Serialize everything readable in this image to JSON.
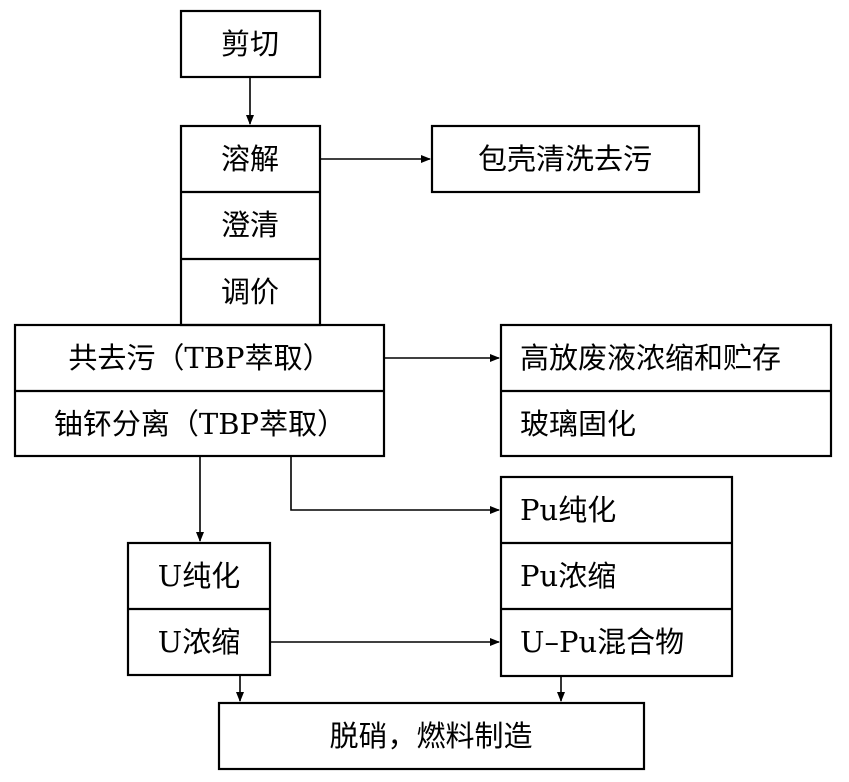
{
  "nodes": {
    "cut": "剪切",
    "dissolve": "溶解",
    "clarify": "澄清",
    "adjust": "调价",
    "hull_wash": "包壳清洗去污",
    "co_decon": "共去污（TBP萃取）",
    "u_pu_sep": "铀钚分离（TBP萃取）",
    "hlw_conc": "高放废液浓缩和贮存",
    "vitrify": "玻璃固化",
    "pu_purify": "Pu纯化",
    "pu_conc": "Pu浓缩",
    "u_pu_mix": "U–Pu混合物",
    "u_purify": "U纯化",
    "u_conc": "U浓缩",
    "final": "脱硝，燃料制造"
  },
  "colors": {
    "stroke": "#000000",
    "background": "#ffffff"
  }
}
